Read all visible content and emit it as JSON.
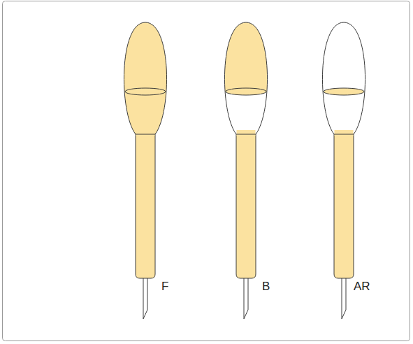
{
  "diagram": {
    "labels": [
      "F",
      "B",
      "AR"
    ]
  }
}
